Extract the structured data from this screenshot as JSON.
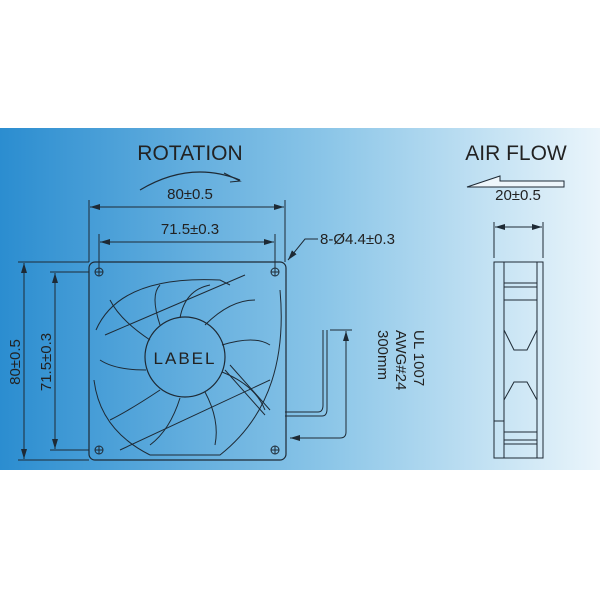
{
  "labels": {
    "rotation": "ROTATION",
    "air_flow": "AIR FLOW",
    "width_outer": "80±0.5",
    "width_hole": "71.5±0.3",
    "height_outer": "80±0.5",
    "height_hole": "71.5±0.3",
    "holes": "8-Ø4.4±0.3",
    "depth": "20±0.5",
    "hub_label": "LABEL",
    "wire_spec": [
      "UL 1007",
      "AWG#24",
      "300mm"
    ]
  },
  "colors": {
    "band_left": "#2b8dd0",
    "band_right": "#eaf5fb",
    "line": "#1e2a35"
  }
}
